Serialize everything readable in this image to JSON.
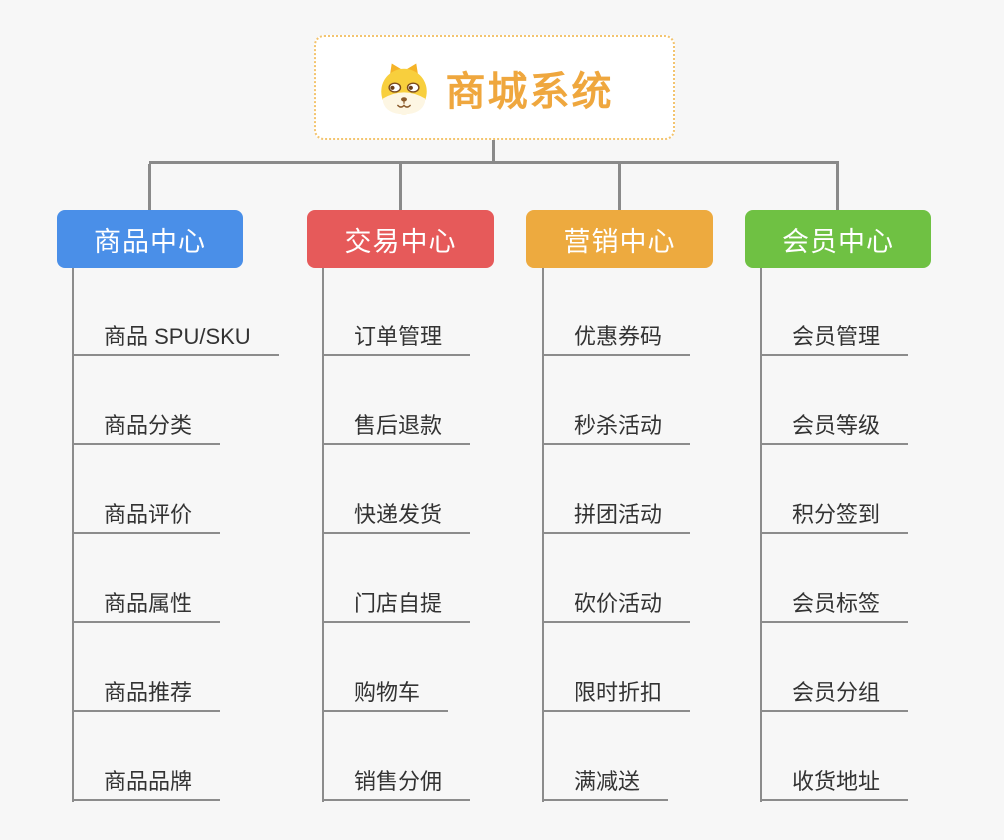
{
  "root": {
    "label": "商城系统",
    "icon": "dog-face-icon",
    "text_color": "#efa73e",
    "border_color": "#f3c46f",
    "background": "#ffffff"
  },
  "connector_color": "#8a8a8a",
  "canvas_background": "#f7f7f7",
  "subtopic_text_color": "#333333",
  "branches": [
    {
      "label": "商品中心",
      "color": "#4a8fe8",
      "items": [
        "商品 SPU/SKU",
        "商品分类",
        "商品评价",
        "商品属性",
        "商品推荐",
        "商品品牌"
      ]
    },
    {
      "label": "交易中心",
      "color": "#e65a5a",
      "items": [
        "订单管理",
        "售后退款",
        "快递发货",
        "门店自提",
        "购物车",
        "销售分佣"
      ]
    },
    {
      "label": "营销中心",
      "color": "#edaa3f",
      "items": [
        "优惠券码",
        "秒杀活动",
        "拼团活动",
        "砍价活动",
        "限时折扣",
        "满减送"
      ]
    },
    {
      "label": "会员中心",
      "color": "#6fc143",
      "items": [
        "会员管理",
        "会员等级",
        "积分签到",
        "会员标签",
        "会员分组",
        "收货地址"
      ]
    }
  ]
}
